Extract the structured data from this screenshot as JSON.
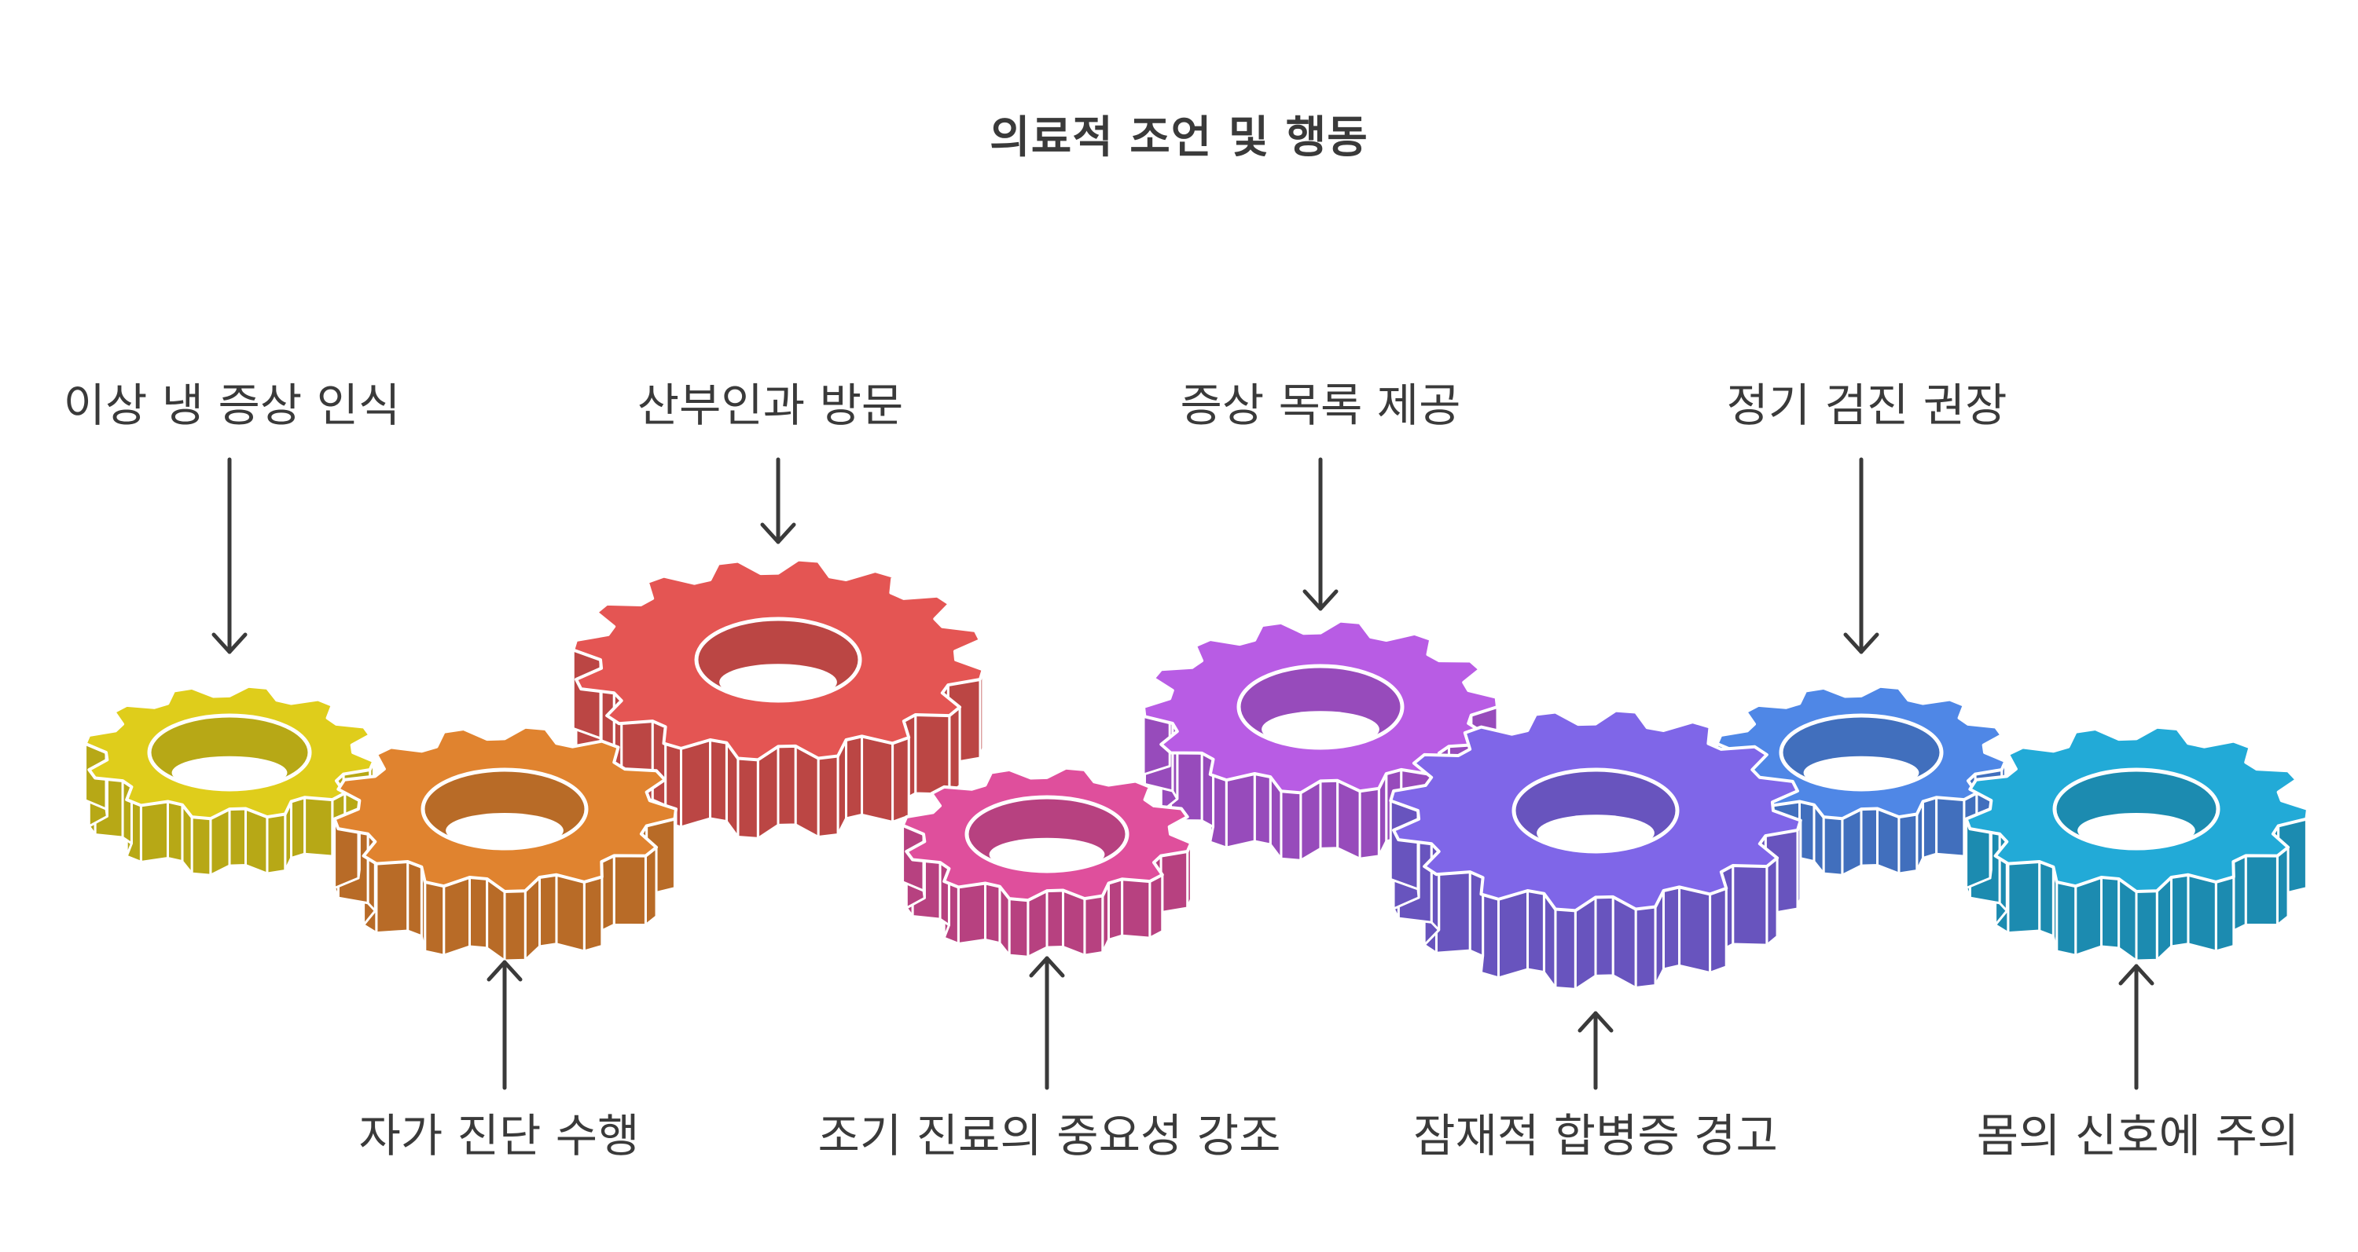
{
  "title": "의료적 조언 및 행동",
  "items": [
    {
      "label": "이상 냉 증상 인식",
      "color": "#dfcd1b"
    },
    {
      "label": "자가 진단 수행",
      "color": "#e0832f"
    },
    {
      "label": "산부인과 방문",
      "color": "#e45553"
    },
    {
      "label": "조기 진료의 중요성 강조",
      "color": "#df4f9c"
    },
    {
      "label": "증상 목록 제공",
      "color": "#b85ce4"
    },
    {
      "label": "잠재적 합병증 경고",
      "color": "#7f66e8"
    },
    {
      "label": "정기 검진 권장",
      "color": "#4f87e6"
    },
    {
      "label": "몸의 신호에 주의",
      "color": "#22aad7"
    }
  ]
}
